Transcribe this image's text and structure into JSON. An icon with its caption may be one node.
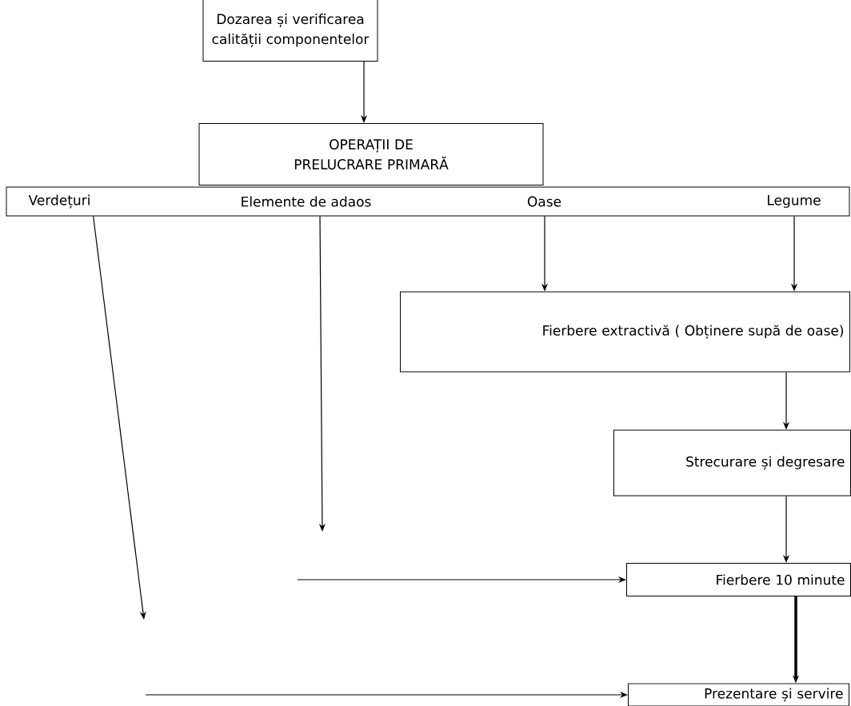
{
  "diagram": {
    "nodes": [
      {
        "text": [
          "Dozarea și verificarea calității componentelor"
        ]
      },
      {
        "text": [
          "OPERAȚII DE PRELUCRARE PRIMARĂ"
        ]
      },
      {
        "text": [],
        "shape": "box"
      },
      {
        "text": [
          "Verdețuri"
        ],
        "in": 2
      },
      {
        "text": [
          "Elemente de adaos"
        ],
        "in": 2
      },
      {
        "text": [
          "Oase"
        ],
        "in": 2
      },
      {
        "text": [
          "Legume"
        ],
        "in": 2
      },
      {
        "text": [
          "Fierbere extractivă ( Obținere supă de oase)"
        ]
      },
      {
        "text": [
          "Strecurare și degresare"
        ]
      },
      {
        "text": [
          "Fierbere 10 minute"
        ]
      },
      {
        "text": [
          "Prezentare și servire"
        ]
      }
    ],
    "edges": [
      {
        "from": 0,
        "to": 1,
        "arrow": "to"
      },
      {
        "from": 5,
        "to": 7,
        "arrow": "to"
      },
      {
        "from": 6,
        "to": 7,
        "arrow": "to"
      },
      {
        "from": 7,
        "to": 8,
        "arrow": "to"
      },
      {
        "from": 8,
        "to": 9,
        "arrow": "to"
      },
      {
        "from": 9,
        "to": 10,
        "arrow": "to",
        "style": "thick"
      },
      {
        "from": 3,
        "to": null,
        "arrow": "to"
      },
      {
        "from": null,
        "to": 10,
        "arrow": "to"
      },
      {
        "from": 4,
        "to": null,
        "arrow": "to"
      },
      {
        "from": null,
        "to": 9,
        "arrow": "to"
      }
    ]
  }
}
